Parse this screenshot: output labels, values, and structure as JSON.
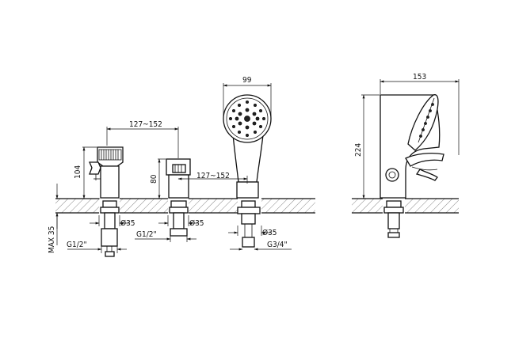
{
  "dimensions": {
    "hand_shower_width": "99",
    "side_depth": "153",
    "side_height": "224",
    "spacing_left": "127~152",
    "spacing_right": "127~152",
    "valve_height": "104",
    "diverter_height": "80",
    "max_deck": "MAX 35",
    "hole_1": "Ø35",
    "hole_2": "Ø35",
    "hole_3": "Ø35",
    "thread_1": "G1/2\"",
    "thread_2": "G1/2\"",
    "thread_3": "G3/4\""
  }
}
